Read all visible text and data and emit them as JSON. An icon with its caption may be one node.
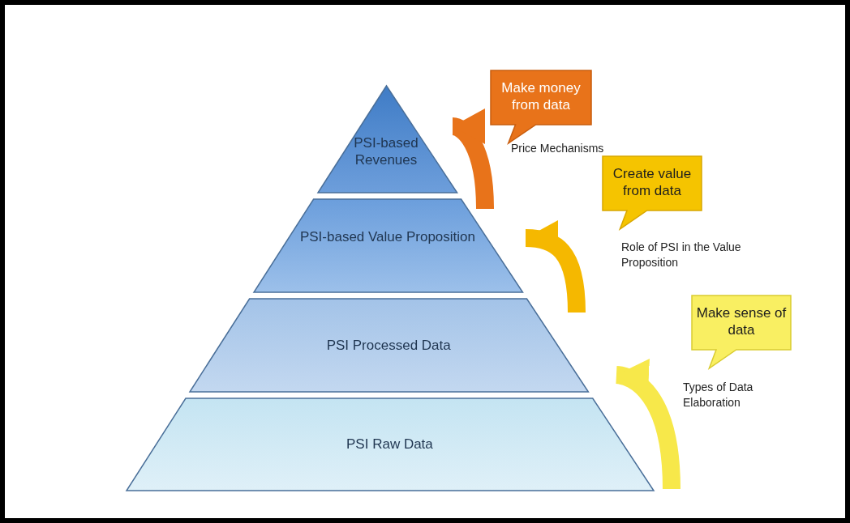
{
  "diagram": {
    "nodes": [
      {
        "text": [
          "PSI-based Revenues"
        ]
      },
      {
        "text": [
          "PSI-based Value Proposition"
        ]
      },
      {
        "text": [
          "PSI Processed Data"
        ]
      },
      {
        "text": [
          "PSI Raw Data"
        ]
      },
      {
        "text": [
          "Make money from data"
        ],
        "beside": [
          "Price Mechanisms"
        ]
      },
      {
        "text": [
          "Create value from data"
        ],
        "beside": [
          "Role of PSI in the Value Proposition"
        ]
      },
      {
        "text": [
          "Make sense of data"
        ],
        "beside": [
          "Types of Data Elaboration"
        ]
      }
    ],
    "edges": [
      {
        "from": null,
        "to": 0,
        "arrow": "to",
        "color": "#e8731a"
      },
      {
        "from": null,
        "to": 1,
        "arrow": "to",
        "color": "#f5b800"
      },
      {
        "from": null,
        "to": 2,
        "arrow": "to",
        "color": "#f7e84a"
      }
    ]
  }
}
